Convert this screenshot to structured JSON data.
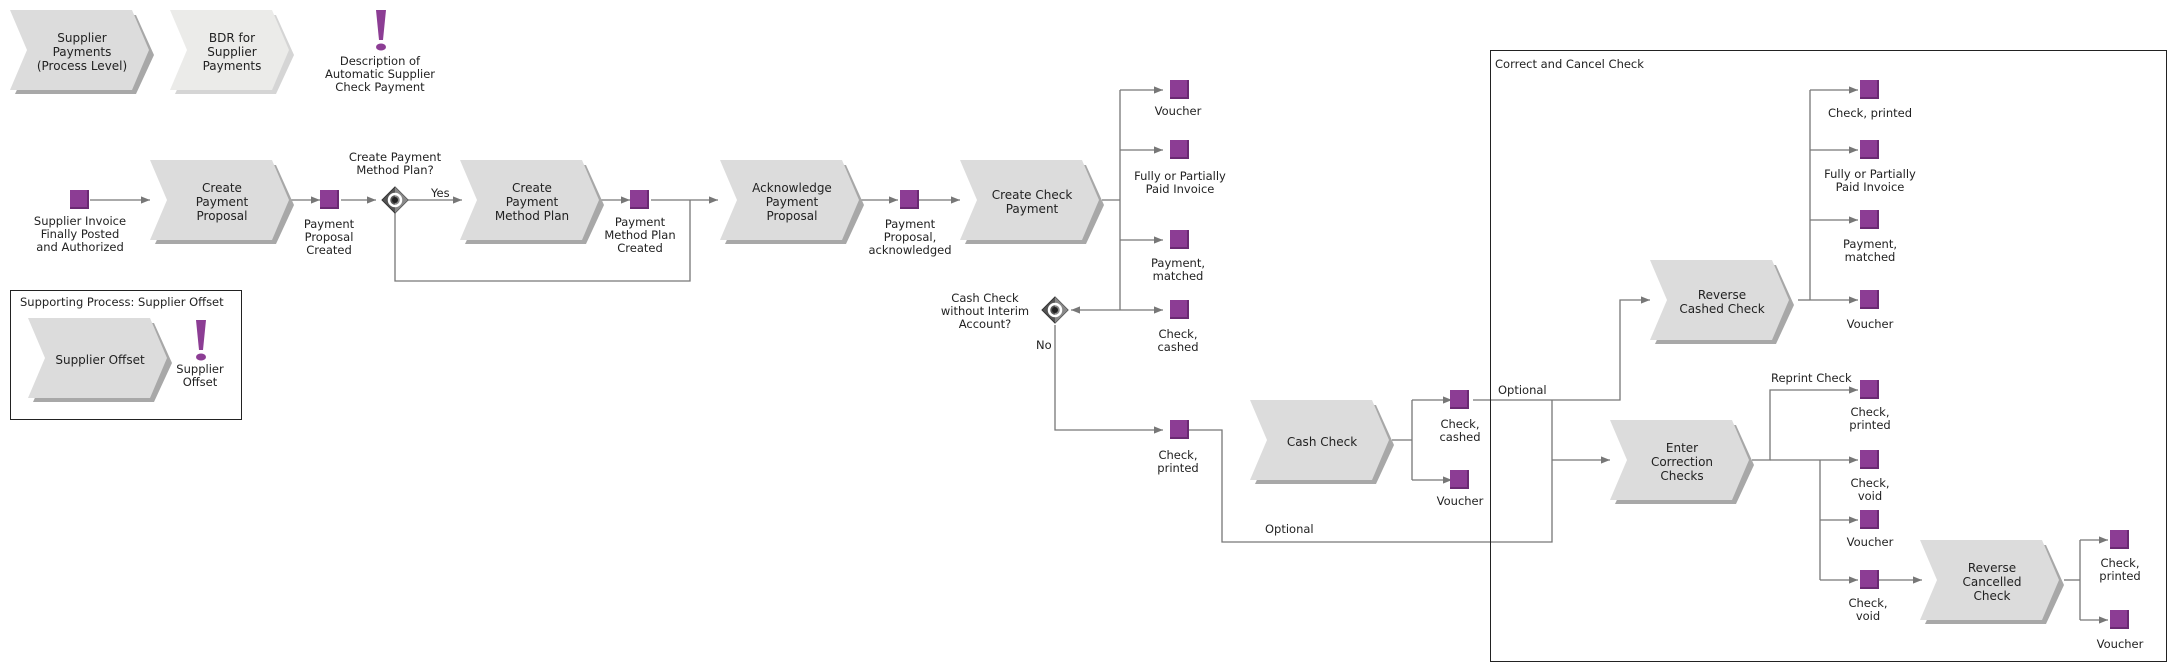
{
  "diagram": {
    "header_tiles": [
      {
        "id": "supplier-payments-process-level",
        "label": "Supplier\nPayments\n(Process Level)"
      },
      {
        "id": "bdr-supplier-payments",
        "label": "BDR for\nSupplier\nPayments"
      }
    ],
    "header_note": {
      "id": "description-note",
      "label": "Description of\nAutomatic Supplier\nCheck Payment"
    },
    "functions": [
      {
        "id": "create-payment-proposal",
        "label": "Create\nPayment\nProposal"
      },
      {
        "id": "create-payment-method-plan",
        "label": "Create\nPayment\nMethod Plan"
      },
      {
        "id": "acknowledge-payment-proposal",
        "label": "Acknowledge\nPayment\nProposal"
      },
      {
        "id": "create-check-payment",
        "label": "Create Check\nPayment"
      },
      {
        "id": "cash-check",
        "label": "Cash Check"
      },
      {
        "id": "reverse-cashed-check",
        "label": "Reverse\nCashed Check"
      },
      {
        "id": "enter-correction-checks",
        "label": "Enter\nCorrection\nChecks"
      },
      {
        "id": "reverse-cancelled-check",
        "label": "Reverse\nCancelled\nCheck"
      }
    ],
    "events": [
      {
        "id": "supplier-invoice-posted",
        "label": "Supplier Invoice\nFinally Posted\nand Authorized"
      },
      {
        "id": "payment-proposal-created",
        "label": "Payment\nProposal\nCreated"
      },
      {
        "id": "payment-method-plan-created",
        "label": "Payment\nMethod Plan\nCreated"
      },
      {
        "id": "payment-proposal-acknowledged",
        "label": "Payment\nProposal,\nacknowledged"
      },
      {
        "id": "voucher-1",
        "label": "Voucher"
      },
      {
        "id": "fully-partially-paid-invoice-1",
        "label": "Fully or Partially\nPaid Invoice"
      },
      {
        "id": "payment-matched-1",
        "label": "Payment,\nmatched"
      },
      {
        "id": "check-cashed-1",
        "label": "Check,\ncashed"
      },
      {
        "id": "check-printed-1",
        "label": "Check,\nprinted"
      },
      {
        "id": "check-cashed-2",
        "label": "Check,\ncashed"
      },
      {
        "id": "voucher-2",
        "label": "Voucher"
      },
      {
        "id": "check-printed-2",
        "label": "Check, printed"
      },
      {
        "id": "fully-partially-paid-invoice-2",
        "label": "Fully or Partially\nPaid Invoice"
      },
      {
        "id": "payment-matched-2",
        "label": "Payment,\nmatched"
      },
      {
        "id": "voucher-3",
        "label": "Voucher"
      },
      {
        "id": "check-printed-3",
        "label": "Check,\nprinted"
      },
      {
        "id": "check-void-1",
        "label": "Check,\nvoid"
      },
      {
        "id": "voucher-4",
        "label": "Voucher"
      },
      {
        "id": "check-void-2",
        "label": "Check,\nvoid"
      },
      {
        "id": "check-printed-4",
        "label": "Check,\nprinted"
      },
      {
        "id": "voucher-5",
        "label": "Voucher"
      }
    ],
    "gateways": [
      {
        "id": "gateway-payment-method-plan",
        "question": "Create Payment\nMethod Plan?"
      },
      {
        "id": "gateway-cash-check",
        "question": "Cash Check\nwithout Interim\nAccount?"
      }
    ],
    "edge_labels": {
      "yes": "Yes",
      "no": "No",
      "optional_1": "Optional",
      "optional_2": "Optional",
      "reprint_check": "Reprint Check"
    },
    "groups": {
      "supporting": {
        "title": "Supporting Process: Supplier Offset",
        "tile": "Supplier Offset",
        "note": "Supplier\nOffset"
      },
      "correct_cancel": {
        "title": "Correct and Cancel Check"
      }
    },
    "colors": {
      "event": "#8c3d94",
      "function_fill": "#dcdcdc",
      "function_shadow": "#a8a8a8",
      "tile_light": "#ebebe9",
      "line": "#777777"
    }
  }
}
